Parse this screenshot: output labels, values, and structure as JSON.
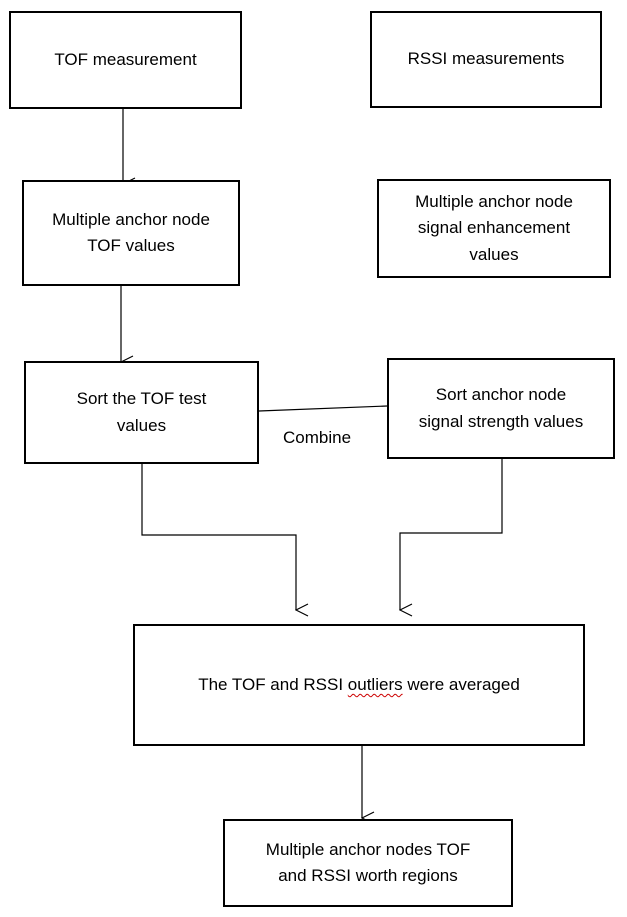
{
  "nodes": {
    "tof_measurement": "TOF measurement",
    "rssi_measurements": "RSSI measurements",
    "tof_values": "Multiple anchor node\nTOF values",
    "signal_enhancement": "Multiple anchor node\nsignal enhancement\nvalues",
    "sort_tof": "Sort the TOF test\nvalues",
    "sort_signal": "Sort anchor node\nsignal strength values",
    "averaged": {
      "prefix": "The TOF and RSSI ",
      "underlined": "outliers",
      "suffix": " were averaged"
    },
    "result": "Multiple anchor nodes TOF\nand RSSI worth regions"
  },
  "edge_labels": {
    "combine": "Combine"
  },
  "colors": {
    "line": "#000000",
    "spellcheck_underline": "#cc0000"
  }
}
